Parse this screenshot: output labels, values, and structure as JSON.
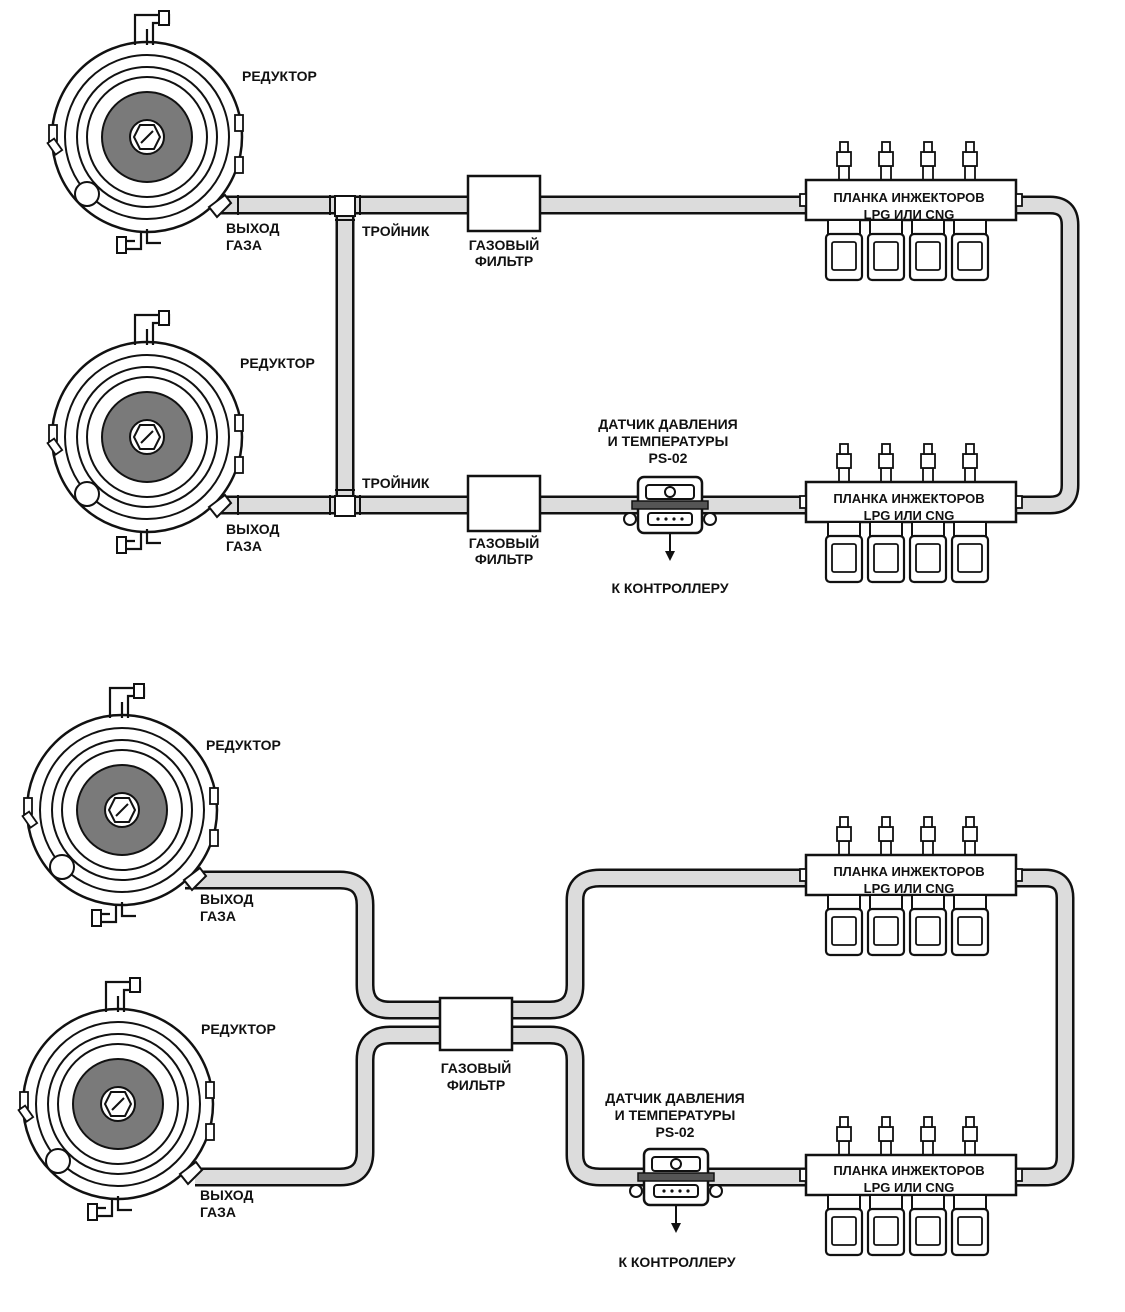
{
  "labels": {
    "reducer": "РЕДУКТОР",
    "gas_outlet_1": "ВЫХОД",
    "gas_outlet_2": "ГАЗА",
    "tee": "ТРОЙНИК",
    "filter_1": "ГАЗОВЫЙ",
    "filter_2": "ФИЛЬТР",
    "rail_1": "ПЛАНКА ИНЖЕКТОРОВ",
    "rail_2": "LPG ИЛИ CNG",
    "sensor_1": "ДАТЧИК ДАВЛЕНИЯ",
    "sensor_2": "И ТЕМПЕРАТУРЫ",
    "sensor_3": "PS-02",
    "controller": "К КОНТРОЛЛЕРУ"
  },
  "colors": {
    "line": "#111111",
    "pipe_fill": "#dcdcdc",
    "reducer_core": "#777777",
    "outline": "#1a1a1a"
  }
}
